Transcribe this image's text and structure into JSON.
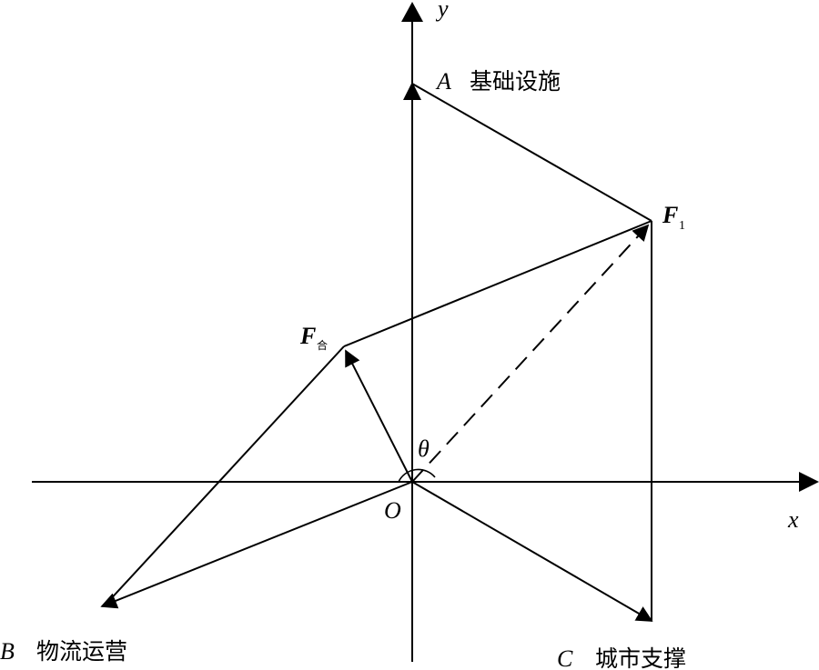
{
  "axes": {
    "x_label": "x",
    "y_label": "y",
    "origin_label": "O",
    "angle_label": "θ"
  },
  "points": {
    "A": {
      "letter": "A",
      "name": "基础设施"
    },
    "B": {
      "letter": "B",
      "name": "物流运营"
    },
    "C": {
      "letter": "C",
      "name": "城市支撑"
    }
  },
  "forces": {
    "F1": {
      "main": "F",
      "sub": "1"
    },
    "F_he": {
      "main": "F",
      "sub": "合"
    }
  }
}
